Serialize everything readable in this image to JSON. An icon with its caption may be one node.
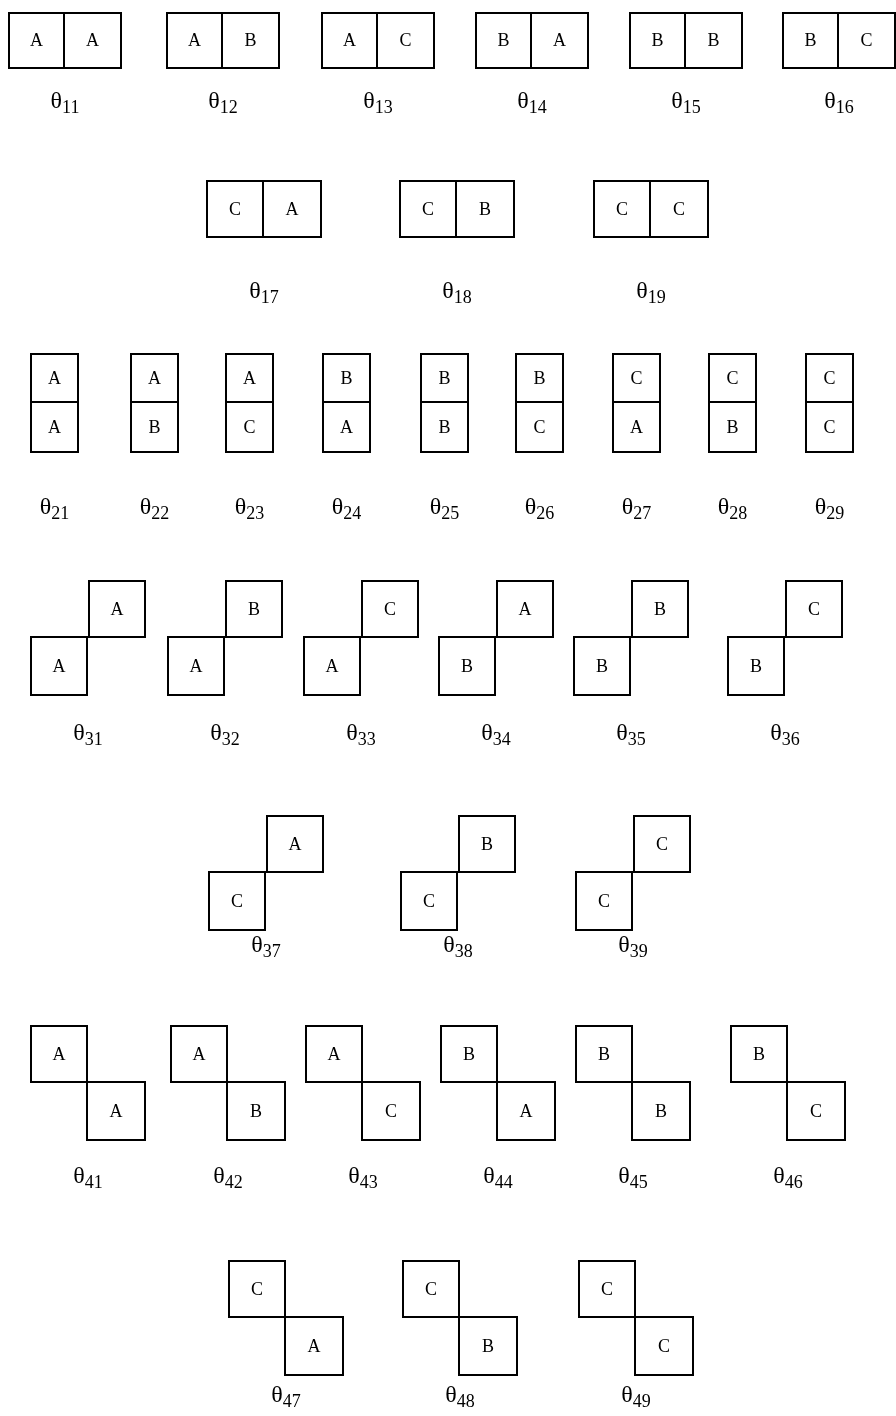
{
  "diagram": {
    "nodes": [
      {
        "text": [
          "A"
        ]
      },
      {
        "text": [
          "A"
        ]
      },
      {
        "text": [
          "A"
        ]
      },
      {
        "text": [
          "B"
        ]
      },
      {
        "text": [
          "A"
        ]
      },
      {
        "text": [
          "C"
        ]
      },
      {
        "text": [
          "B"
        ]
      },
      {
        "text": [
          "A"
        ]
      },
      {
        "text": [
          "B"
        ]
      },
      {
        "text": [
          "B"
        ]
      },
      {
        "text": [
          "B"
        ]
      },
      {
        "text": [
          "C"
        ]
      },
      {
        "text": [
          "C"
        ]
      },
      {
        "text": [
          "A"
        ]
      },
      {
        "text": [
          "C"
        ]
      },
      {
        "text": [
          "B"
        ]
      },
      {
        "text": [
          "C"
        ]
      },
      {
        "text": [
          "C"
        ]
      },
      {
        "text": [
          "A"
        ]
      },
      {
        "text": [
          "A"
        ]
      },
      {
        "text": [
          "A"
        ]
      },
      {
        "text": [
          "B"
        ]
      },
      {
        "text": [
          "A"
        ]
      },
      {
        "text": [
          "C"
        ]
      },
      {
        "text": [
          "B"
        ]
      },
      {
        "text": [
          "A"
        ]
      },
      {
        "text": [
          "B"
        ]
      },
      {
        "text": [
          "B"
        ]
      },
      {
        "text": [
          "B"
        ]
      },
      {
        "text": [
          "C"
        ]
      },
      {
        "text": [
          "C"
        ]
      },
      {
        "text": [
          "A"
        ]
      },
      {
        "text": [
          "C"
        ]
      },
      {
        "text": [
          "B"
        ]
      },
      {
        "text": [
          "C"
        ]
      },
      {
        "text": [
          "C"
        ]
      },
      {
        "text": [
          "A"
        ]
      },
      {
        "text": [
          "A"
        ]
      },
      {
        "text": [
          "B"
        ]
      },
      {
        "text": [
          "A"
        ]
      },
      {
        "text": [
          "C"
        ]
      },
      {
        "text": [
          "A"
        ]
      },
      {
        "text": [
          "A"
        ]
      },
      {
        "text": [
          "B"
        ]
      },
      {
        "text": [
          "B"
        ]
      },
      {
        "text": [
          "B"
        ]
      },
      {
        "text": [
          "C"
        ]
      },
      {
        "text": [
          "B"
        ]
      },
      {
        "text": [
          "A"
        ]
      },
      {
        "text": [
          "C"
        ]
      },
      {
        "text": [
          "B"
        ]
      },
      {
        "text": [
          "C"
        ]
      },
      {
        "text": [
          "C"
        ]
      },
      {
        "text": [
          "C"
        ]
      },
      {
        "text": [
          "A"
        ]
      },
      {
        "text": [
          "A"
        ]
      },
      {
        "text": [
          "A"
        ]
      },
      {
        "text": [
          "B"
        ]
      },
      {
        "text": [
          "A"
        ]
      },
      {
        "text": [
          "C"
        ]
      },
      {
        "text": [
          "B"
        ]
      },
      {
        "text": [
          "A"
        ]
      },
      {
        "text": [
          "B"
        ]
      },
      {
        "text": [
          "B"
        ]
      },
      {
        "text": [
          "B"
        ]
      },
      {
        "text": [
          "C"
        ]
      },
      {
        "text": [
          "C"
        ]
      },
      {
        "text": [
          "A"
        ]
      },
      {
        "text": [
          "C"
        ]
      },
      {
        "text": [
          "B"
        ]
      },
      {
        "text": [
          "C"
        ]
      },
      {
        "text": [
          "C"
        ]
      }
    ],
    "labels": [
      "θ$_{11}$",
      "θ$_{12}$",
      "θ$_{13}$",
      "θ$_{14}$",
      "θ$_{15}$",
      "θ$_{16}$",
      "θ$_{17}$",
      "θ$_{18}$",
      "θ$_{19}$",
      "θ$_{21}$",
      "θ$_{22}$",
      "θ$_{23}$",
      "θ$_{24}$",
      "θ$_{25}$",
      "θ$_{26}$",
      "θ$_{27}$",
      "θ$_{28}$",
      "θ$_{29}$",
      "θ$_{31}$",
      "θ$_{32}$",
      "θ$_{33}$",
      "θ$_{34}$",
      "θ$_{35}$",
      "θ$_{36}$",
      "θ$_{37}$",
      "θ$_{38}$",
      "θ$_{39}$",
      "θ$_{41}$",
      "θ$_{42}$",
      "θ$_{43}$",
      "θ$_{44}$",
      "θ$_{45}$",
      "θ$_{46}$",
      "θ$_{47}$",
      "θ$_{48}$",
      "θ$_{49}$"
    ]
  }
}
